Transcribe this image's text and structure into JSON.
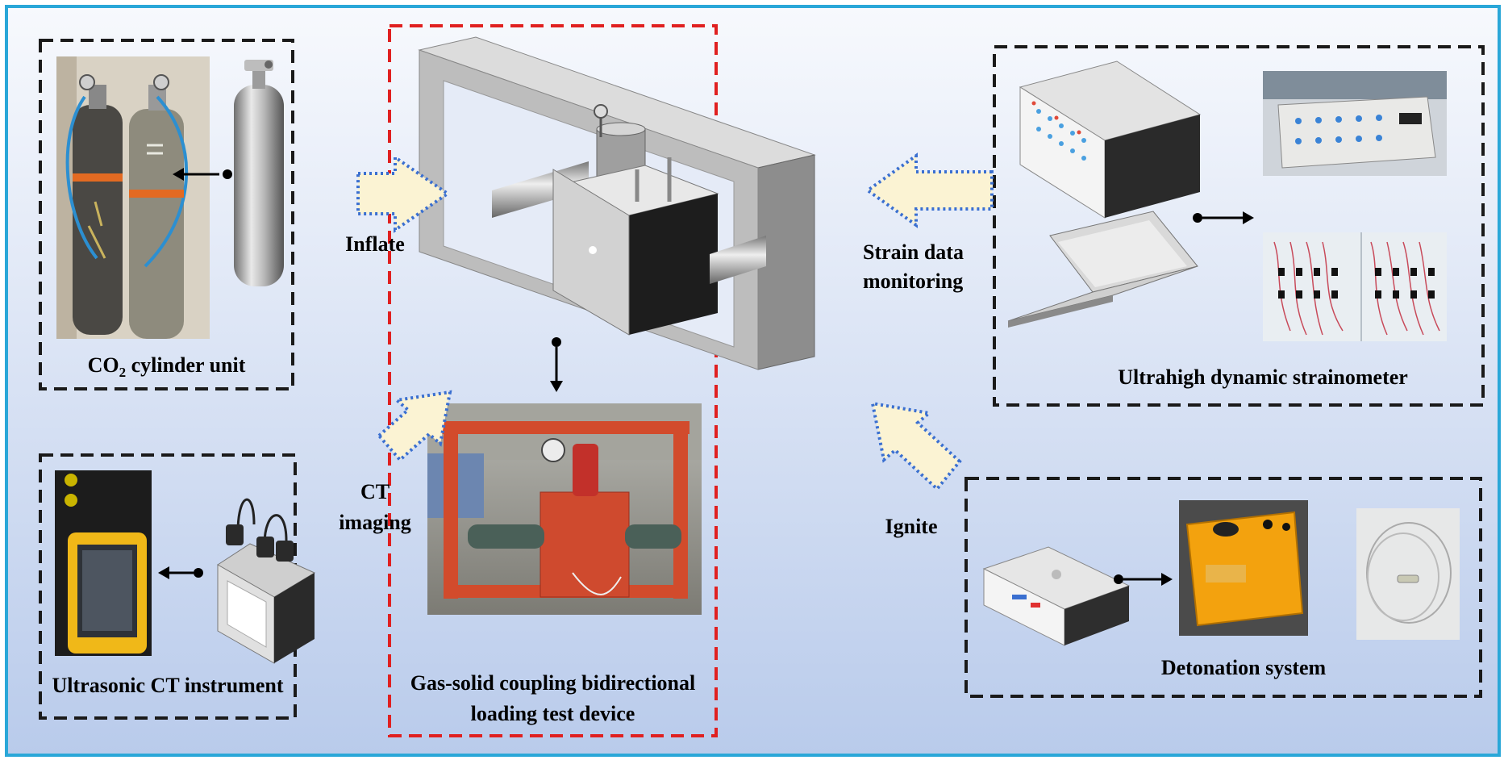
{
  "colors": {
    "frame": "#2aa7d8",
    "dashed_box": "#1a1a1a",
    "center_box": "#e02020",
    "arrow_fill": "#fbf3d3",
    "arrow_border": "#3a6fd0"
  },
  "units": {
    "co2": {
      "label_main": "CO",
      "label_sub": "2",
      "label_rest": " cylinder unit"
    },
    "ultrasonic": {
      "label": "Ultrasonic CT instrument"
    },
    "center": {
      "label_line1": "Gas-solid coupling bidirectional",
      "label_line2": "loading test device"
    },
    "strain": {
      "label": "Ultrahigh dynamic strainometer"
    },
    "detonation": {
      "label": "Detonation system"
    }
  },
  "flows": {
    "inflate": "Inflate",
    "ct_line1": "CT",
    "ct_line2": "imaging",
    "strain_line1": "Strain data",
    "strain_line2": "monitoring",
    "ignite": "Ignite"
  }
}
